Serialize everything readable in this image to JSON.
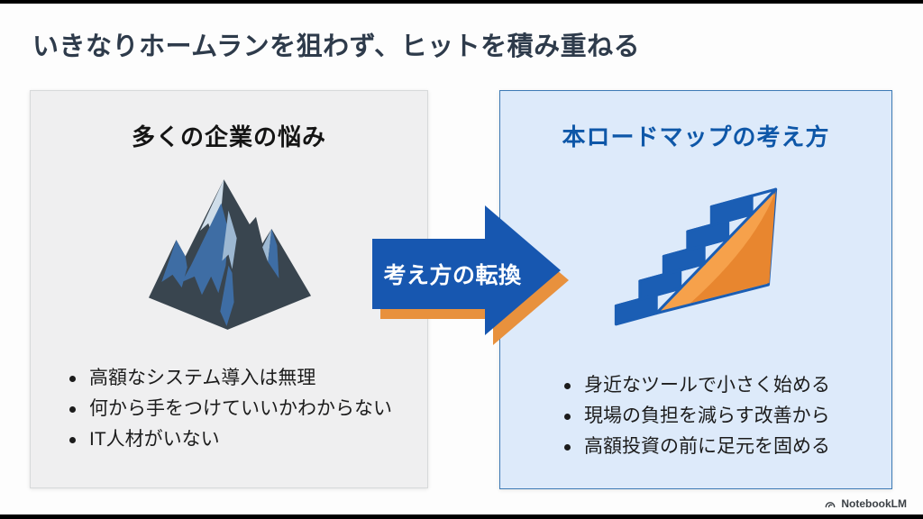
{
  "title": "いきなりホームランを狙わず、ヒットを積み重ねる",
  "left_panel": {
    "heading": "多くの企業の悩み",
    "icon": "mountain-icon",
    "bullets": [
      "高額なシステム導入は無理",
      "何から手をつけていいかわからない",
      "IT人材がいない"
    ]
  },
  "arrow": {
    "label": "考え方の転換"
  },
  "right_panel": {
    "heading": "本ロードマップの考え方",
    "icon": "stairs-icon",
    "bullets": [
      "身近なツールで小さく始める",
      "現場の負担を減らす改善から",
      "高額投資の前に足元を固める"
    ]
  },
  "footer": {
    "brand": "NotebookLM"
  },
  "colors": {
    "title-text": "#2e3b4b",
    "left-panel-bg": "#efeff0",
    "left-panel-border": "#d7d9da",
    "right-panel-bg": "#ddeafa",
    "right-panel-border": "#3d7ab5",
    "right-heading": "#0e57a8",
    "arrow-blue": "#1757b0",
    "arrow-orange": "#e8913d",
    "stair-blue": "#1b5eb4",
    "stair-orange": "#f6a14b",
    "stair-shade": "#e8862f",
    "mountain-dark": "#39454f",
    "mountain-mid": "#3e6da4",
    "mountain-light": "#9db8d2",
    "mountain-snow": "#cfdde9",
    "body-text": "#1c1c1c"
  }
}
